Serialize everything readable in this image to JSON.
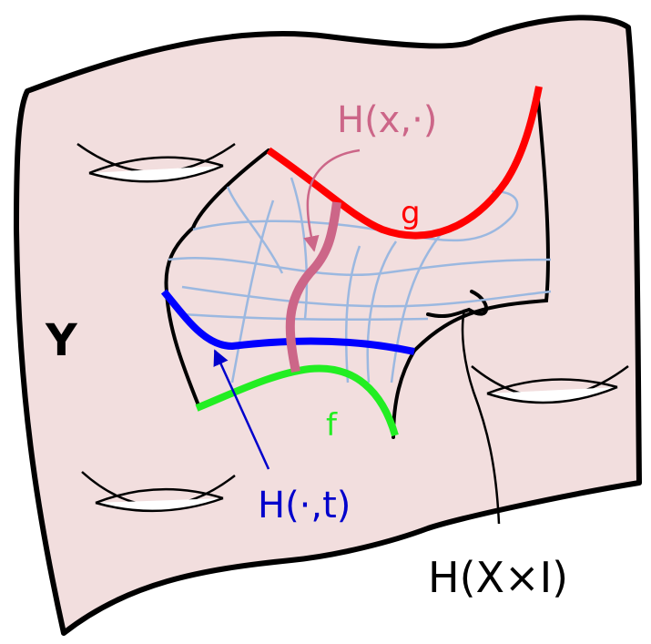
{
  "colors": {
    "surface_fill": "#f2dede",
    "outline": "#000000",
    "g_curve": "#ff0000",
    "f_curve": "#22ee22",
    "slice_curve": "#0000ff",
    "path_curve": "#cc6688",
    "grid_lines": "#9bb8e0"
  },
  "labels": {
    "space": "Y",
    "g": "g",
    "f": "f",
    "homotopy_path": "H(x,·)",
    "homotopy_slice": "H(·,t)",
    "homotopy_image": "H(X×I)"
  }
}
